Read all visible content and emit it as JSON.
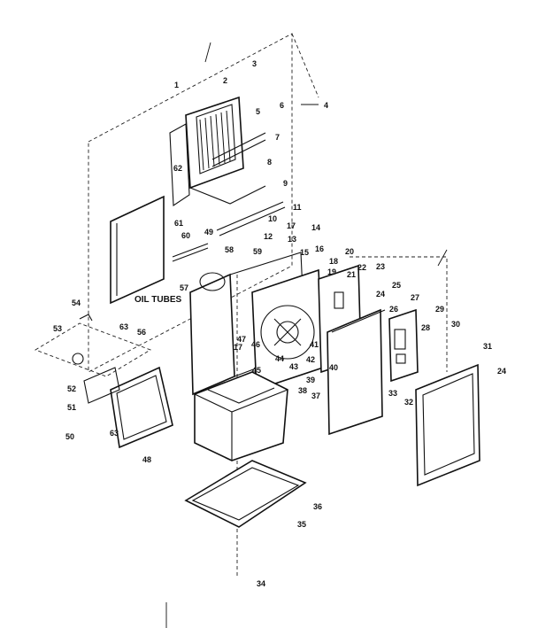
{
  "text_label": "OIL TUBES",
  "callouts": [
    "1",
    "2",
    "3",
    "4",
    "5",
    "6",
    "7",
    "8",
    "9",
    "10",
    "11",
    "12",
    "13",
    "14",
    "15",
    "16",
    "17",
    "18",
    "19",
    "20",
    "21",
    "22",
    "23",
    "24",
    "25",
    "26",
    "27",
    "28",
    "29",
    "30",
    "31",
    "32",
    "33",
    "34",
    "35",
    "36",
    "37",
    "38",
    "39",
    "40",
    "41",
    "42",
    "43",
    "44",
    "45",
    "46",
    "47",
    "48",
    "49",
    "50",
    "51",
    "52",
    "53",
    "54",
    "56",
    "57",
    "58",
    "59",
    "60",
    "61",
    "62",
    "63"
  ]
}
